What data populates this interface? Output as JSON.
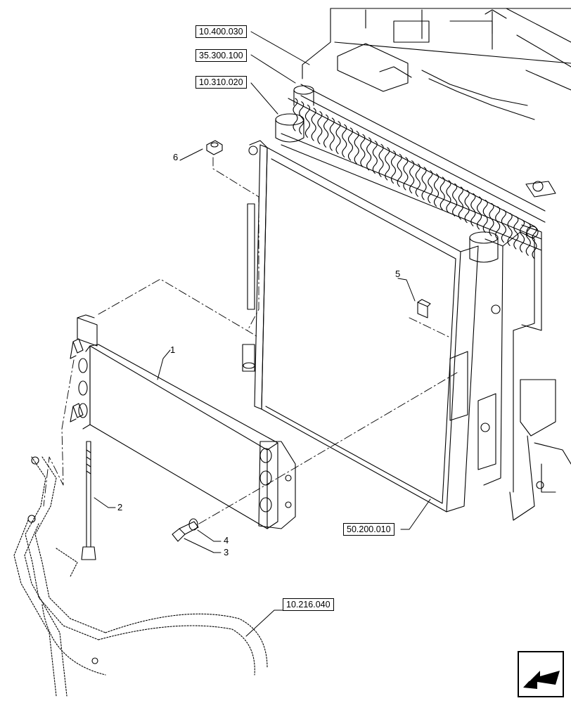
{
  "references": {
    "ref_10_400_030": "10.400.030",
    "ref_35_300_100": "35.300.100",
    "ref_10_310_020": "10.310.020",
    "ref_50_200_010": "50.200.010",
    "ref_10_216_040": "10.216.040"
  },
  "callouts": {
    "c1": "1",
    "c2": "2",
    "c3": "3",
    "c4": "4",
    "c5": "5",
    "c6": "6"
  },
  "icons": {
    "navigation": "previous-page-arrow-icon"
  }
}
